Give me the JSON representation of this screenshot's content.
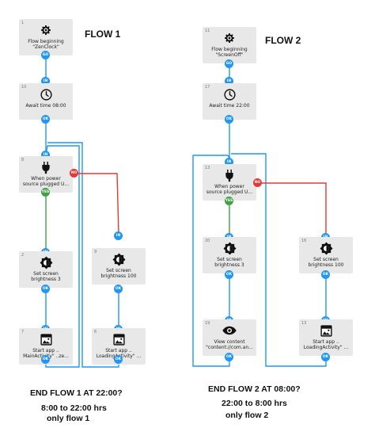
{
  "flow1": {
    "title": "FLOW 1",
    "blocks": [
      {
        "id": "1",
        "label": "Flow beginning\n\"ZenClock\"",
        "icon": "gear-icon"
      },
      {
        "id": "10",
        "label": "Await time 08:00",
        "icon": "clock-icon"
      },
      {
        "id": "8",
        "label": "When power\nsource plugged U...",
        "icon": "power-plug-icon"
      },
      {
        "id": "2",
        "label": "Set screen\nbrightness 3",
        "icon": "brightness-icon"
      },
      {
        "id": "9",
        "label": "Set screen\nbrightness 100",
        "icon": "brightness-icon"
      },
      {
        "id": "7",
        "label": "Start app ..\nMainActivity\" ..ze...",
        "icon": "app-icon"
      },
      {
        "id": "6",
        "label": "Start app ..\nLoadingActivity\" ...",
        "icon": "app-icon"
      }
    ],
    "note_end": "END FLOW 1 AT 22:00?",
    "note_hours": "8:00 to 22:00 hrs",
    "note_only": "only flow 1"
  },
  "flow2": {
    "title": "FLOW 2",
    "blocks": [
      {
        "id": "11",
        "label": "Flow beginning\n\"ScreenOff\"",
        "icon": "gear-icon"
      },
      {
        "id": "17",
        "label": "Await time 22:00",
        "icon": "clock-icon"
      },
      {
        "id": "13",
        "label": "When power\nsource plugged U...",
        "icon": "power-plug-icon"
      },
      {
        "id": "20",
        "label": "Set screen\nbrightness 3",
        "icon": "brightness-icon"
      },
      {
        "id": "16",
        "label": "Set screen\nbrightness 100",
        "icon": "brightness-icon"
      },
      {
        "id": "19",
        "label": "View content\n\"content://com.an...",
        "icon": "eye-icon"
      },
      {
        "id": "13",
        "label": "Start app ..\nLoadingActivity\" ...",
        "icon": "app-icon"
      }
    ],
    "note_end": "END FLOW 2 AT 08:00?",
    "note_hours": "22:00 to 8:00 hrs",
    "note_only": "only flow 2"
  },
  "ports": {
    "in": "IN",
    "ok": "OK",
    "go": "GO",
    "yes": "YES",
    "no": "NO"
  },
  "colors": {
    "wire_blue": "#2196f3",
    "wire_green": "#43a047",
    "wire_red": "#e53935",
    "block_bg": "#e8e8e8"
  }
}
